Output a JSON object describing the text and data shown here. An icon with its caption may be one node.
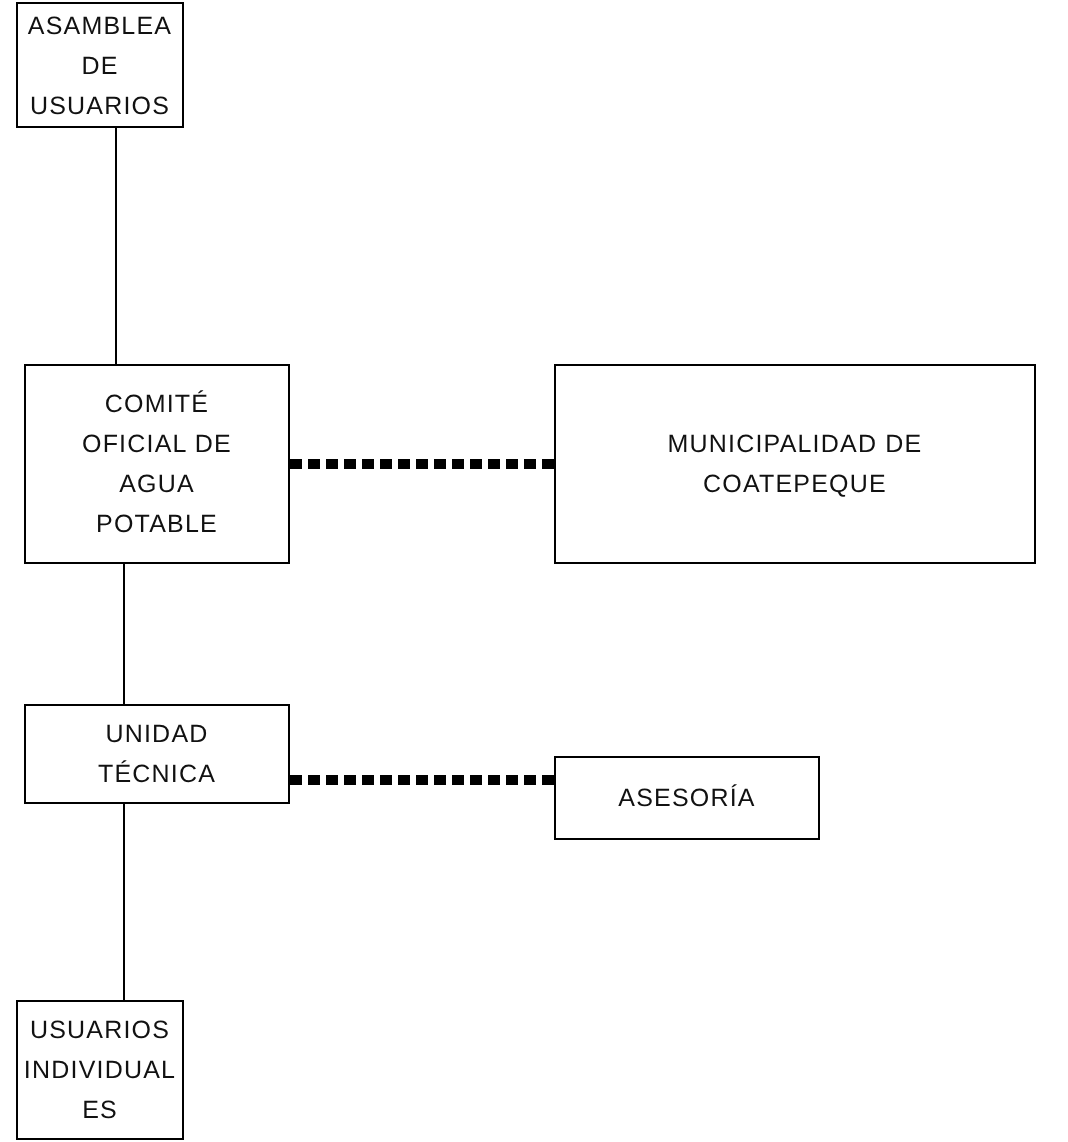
{
  "diagram": {
    "nodes": [
      {
        "text": [
          "ASAMBLEA DE USUARIOS"
        ]
      },
      {
        "text": [
          "COMITÉ OFICIAL DE AGUA POTABLE"
        ]
      },
      {
        "text": [
          "MUNICIPALIDAD DE COATEPEQUE"
        ]
      },
      {
        "text": [
          "UNIDAD TÉCNICA"
        ]
      },
      {
        "text": [
          "ASESORÍA"
        ]
      },
      {
        "text": [
          "USUARIOS INDIVIDUAL ES"
        ]
      }
    ],
    "edges": [
      {
        "from": 0,
        "to": 1,
        "arrow": "none"
      },
      {
        "from": 1,
        "to": 2,
        "arrow": "none",
        "style": "dashed"
      },
      {
        "from": 1,
        "to": 3,
        "arrow": "none"
      },
      {
        "from": 3,
        "to": 4,
        "arrow": "none",
        "style": "dashed"
      },
      {
        "from": 3,
        "to": 5,
        "arrow": "none"
      }
    ]
  }
}
